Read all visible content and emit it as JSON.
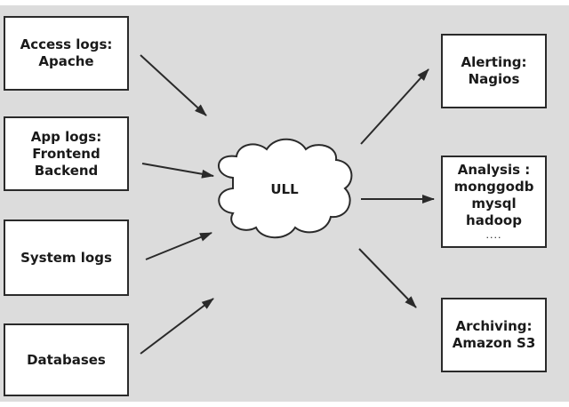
{
  "sources": {
    "access_logs": [
      "Access logs:",
      "Apache"
    ],
    "app_logs": [
      "App logs:",
      "Frontend",
      "Backend"
    ],
    "system_logs": [
      "System logs"
    ],
    "databases": [
      "Databases"
    ]
  },
  "hub": {
    "label": "ULL"
  },
  "sinks": {
    "alerting": [
      "Alerting:",
      "Nagios"
    ],
    "analysis": [
      "Analysis :",
      "monggodb",
      "mysql",
      "hadoop",
      "...."
    ],
    "archiving": [
      "Archiving:",
      "Amazon S3"
    ]
  },
  "colors": {
    "background": "#dcdcdc",
    "box_fill": "#ffffff",
    "stroke": "#2a2a2a"
  }
}
